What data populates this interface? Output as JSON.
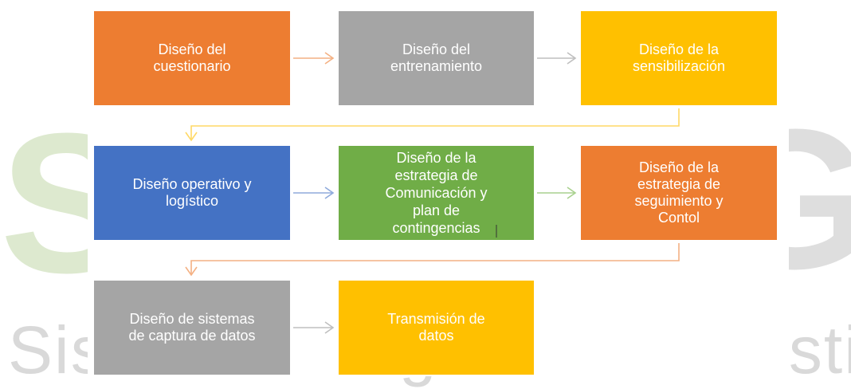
{
  "watermark": {
    "letter_s": "S",
    "letter_g": "G",
    "text": "Sistema Integrado de Gestión"
  },
  "boxes": [
    {
      "id": "b1",
      "label": "Diseño del\ncuestionario",
      "color": "#ed7d31"
    },
    {
      "id": "b2",
      "label": "Diseño del\nentrenamiento",
      "color": "#a5a5a5"
    },
    {
      "id": "b3",
      "label": "Diseño de la\nsensibilización",
      "color": "#ffc000"
    },
    {
      "id": "b4",
      "label": "Diseño operativo y\nlogístico",
      "color": "#4472c4"
    },
    {
      "id": "b5",
      "label": "Diseño de la\nestrategia de\nComunicación y\nplan de\ncontingencias",
      "color": "#70ad47"
    },
    {
      "id": "b6",
      "label": "Diseño de la\nestrategia de\nseguimiento y\nContol",
      "color": "#ed7d31"
    },
    {
      "id": "b7",
      "label": "Diseño de sistemas\nde captura de datos",
      "color": "#a5a5a5"
    },
    {
      "id": "b8",
      "label": "Transmisión de\ndatos",
      "color": "#ffc000"
    }
  ]
}
